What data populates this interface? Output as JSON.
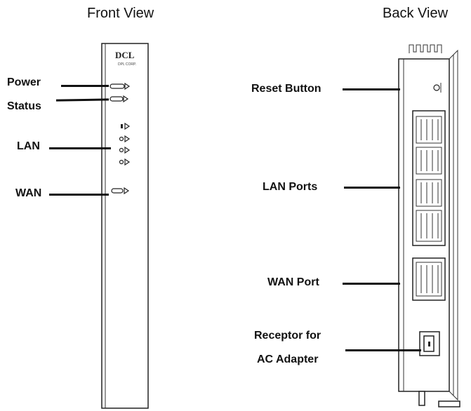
{
  "front_view": {
    "title": "Front View",
    "logo": "DCL",
    "logo_subtext": "DPL CORP.",
    "labels": {
      "power": "Power",
      "status": "Status",
      "lan": "LAN",
      "wan": "WAN"
    }
  },
  "back_view": {
    "title": "Back View",
    "labels": {
      "reset": "Reset Button",
      "lan_ports": "LAN Ports",
      "wan_port": "WAN Port",
      "receptor_line1": "Receptor for",
      "receptor_line2": "AC Adapter"
    }
  }
}
